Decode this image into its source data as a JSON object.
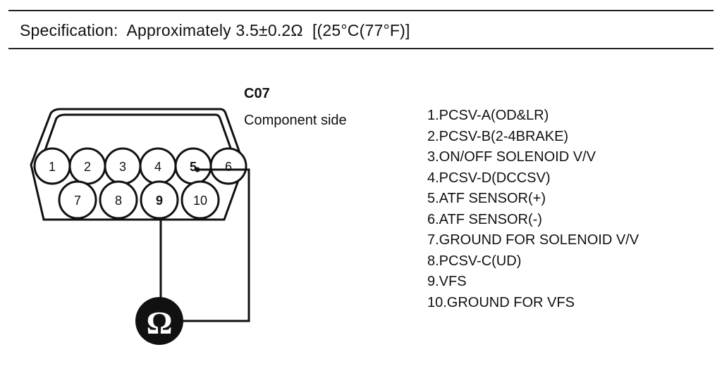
{
  "specification": {
    "text": "Specification:  Approximately 3.5±0.2Ω  [(25°C(77°F)]"
  },
  "connector": {
    "code": "C07",
    "side": "Component side",
    "top_row_pins": [
      "1",
      "2",
      "3",
      "4",
      "5",
      "6"
    ],
    "bottom_row_pins": [
      "7",
      "8",
      "9",
      "10"
    ],
    "meter_symbol": "Ω",
    "measured_pins": [
      "5",
      "9"
    ]
  },
  "pin_descriptions": [
    "1.PCSV-A(OD&LR)",
    "2.PCSV-B(2-4BRAKE)",
    "3.ON/OFF SOLENOID V/V",
    "4.PCSV-D(DCCSV)",
    "5.ATF SENSOR(+)",
    "6.ATF SENSOR(-)",
    "7.GROUND FOR SOLENOID V/V",
    "8.PCSV-C(UD)",
    "9.VFS",
    "10.GROUND FOR VFS"
  ]
}
